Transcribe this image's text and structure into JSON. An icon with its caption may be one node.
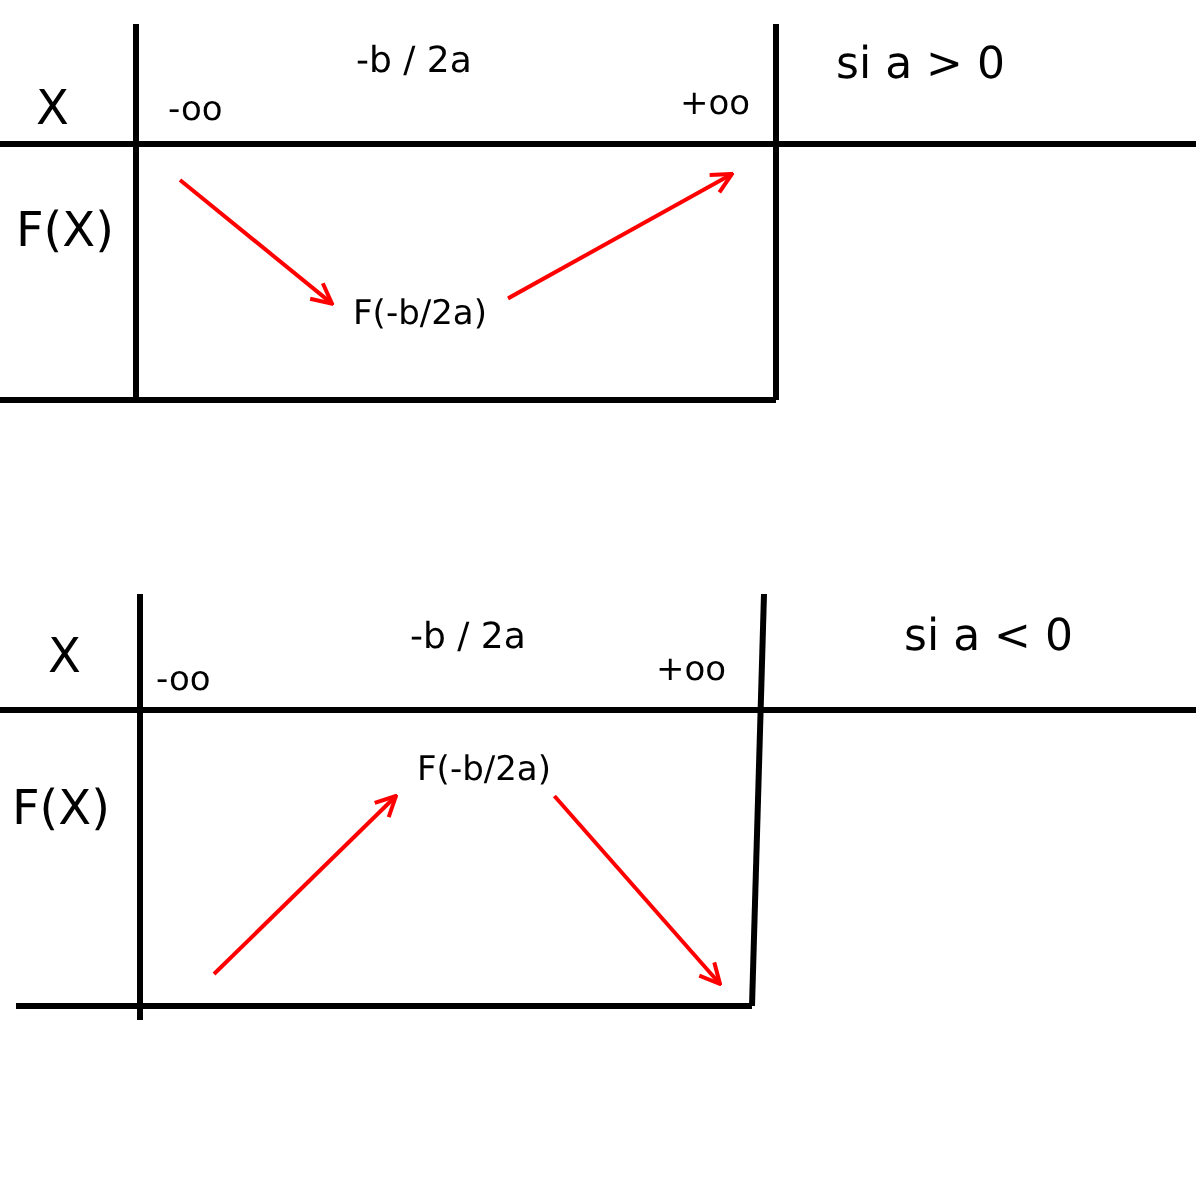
{
  "diagram": {
    "nodes": [
      {
        "text": [
          "F(-b/2a)"
        ]
      },
      {
        "text": [
          "F(-b/2a)"
        ]
      }
    ],
    "edges": [
      {
        "from": null,
        "to": 0,
        "arrow": "to"
      },
      {
        "from": 0,
        "to": null,
        "arrow": "to"
      },
      {
        "from": null,
        "to": 1,
        "arrow": "to"
      },
      {
        "from": 1,
        "to": null,
        "arrow": "to"
      }
    ],
    "labels": [
      "-b / 2a",
      "si a > 0",
      "X",
      "-oo",
      "+oo",
      "F(X)",
      "X",
      "-oo",
      "-b / 2a",
      "+oo",
      "si a < 0",
      "F(X)"
    ]
  }
}
